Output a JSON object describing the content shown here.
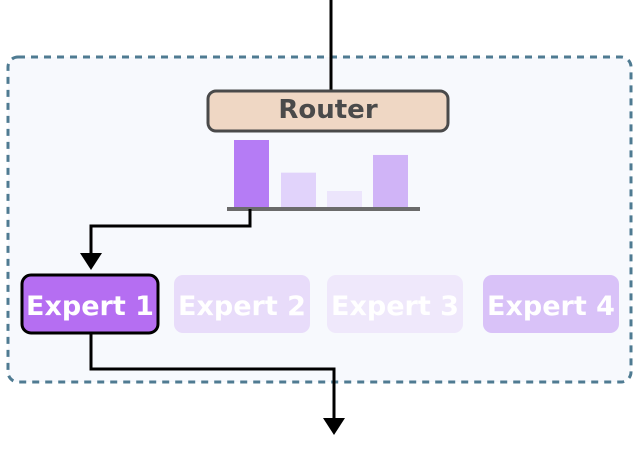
{
  "router": {
    "label": "Router"
  },
  "router_scores": {
    "values": [
      1.0,
      0.52,
      0.25,
      0.78
    ],
    "fill_colors": [
      "#b57cf5",
      "#e1d3fb",
      "#ece5fc",
      "#d0b4f7"
    ]
  },
  "experts": [
    {
      "label": "Expert 1",
      "fill": "#b56ef2",
      "text_color": "#ffffff",
      "selected": true
    },
    {
      "label": "Expert 2",
      "fill": "#e8dcfa",
      "text_color": "#ffffff",
      "selected": false
    },
    {
      "label": "Expert 3",
      "fill": "#efe8fb",
      "text_color": "#ffffff",
      "selected": false
    },
    {
      "label": "Expert 4",
      "fill": "#d9c2f8",
      "text_color": "#ffffff",
      "selected": false
    }
  ],
  "colors": {
    "router_fill": "#efd7c4",
    "router_stroke": "#4a4a4a",
    "router_text": "#4a4a4a",
    "container_border": "#4f7b92",
    "container_fill": "#f7f9fd",
    "arrow": "#000000",
    "baseline": "#6b6b6b"
  }
}
